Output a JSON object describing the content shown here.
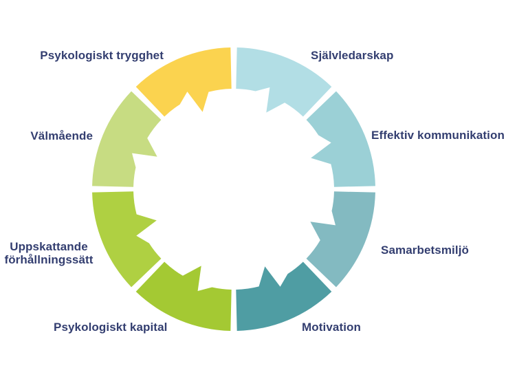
{
  "diagram": {
    "type": "circular-process-wheel",
    "background_color": "#FFFFFF",
    "label_text_color": "#333E70",
    "segments": [
      {
        "id": "sjalvledarskap",
        "label": "Självledarskap",
        "color": "#B2DEE5"
      },
      {
        "id": "effektiv-kommunikation",
        "label": "Effektiv kommunikation",
        "color": "#9BD0D6"
      },
      {
        "id": "samarbetsmiljo",
        "label": "Samarbetsmiljö",
        "color": "#83BAC1"
      },
      {
        "id": "motivation",
        "label": "Motivation",
        "color": "#4F9DA3"
      },
      {
        "id": "psykologiskt-kapital",
        "label": "Psykologiskt kapital",
        "color": "#A4C933"
      },
      {
        "id": "uppskattande-forhallningssatt",
        "label": "Uppskattande förhållningssätt",
        "color": "#AFD042"
      },
      {
        "id": "valmaende",
        "label": "Välmående",
        "color": "#C7DC82"
      },
      {
        "id": "psykologiskt-trygghet",
        "label": "Psykologiskt trygghet",
        "color": "#FBD34F"
      }
    ]
  }
}
